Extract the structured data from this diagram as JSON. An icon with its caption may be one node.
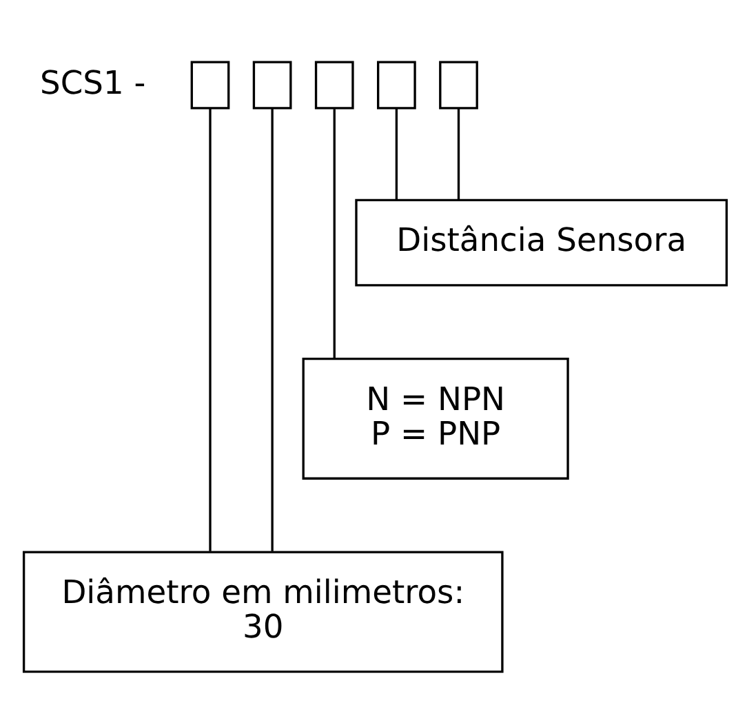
{
  "diagram": {
    "nodes": [
      {
        "text": [],
        "shape": "box"
      },
      {
        "text": [],
        "shape": "box"
      },
      {
        "text": [],
        "shape": "box"
      },
      {
        "text": [],
        "shape": "box"
      },
      {
        "text": [],
        "shape": "box"
      },
      {
        "text": [
          "Distância Sensora"
        ]
      },
      {
        "text": [
          "N = NPN",
          "P = PNP"
        ]
      },
      {
        "text": [
          "Diâmetro em milimetros:",
          "30"
        ]
      }
    ],
    "edges": [
      {
        "from": 0,
        "to": 7,
        "arrow": "none"
      },
      {
        "from": 1,
        "to": 7,
        "arrow": "none"
      },
      {
        "from": 2,
        "to": 6,
        "arrow": "none"
      },
      {
        "from": 3,
        "to": 5,
        "arrow": "none"
      },
      {
        "from": 4,
        "to": 5,
        "arrow": "none"
      }
    ],
    "labels": [
      "SCS1 -"
    ]
  }
}
